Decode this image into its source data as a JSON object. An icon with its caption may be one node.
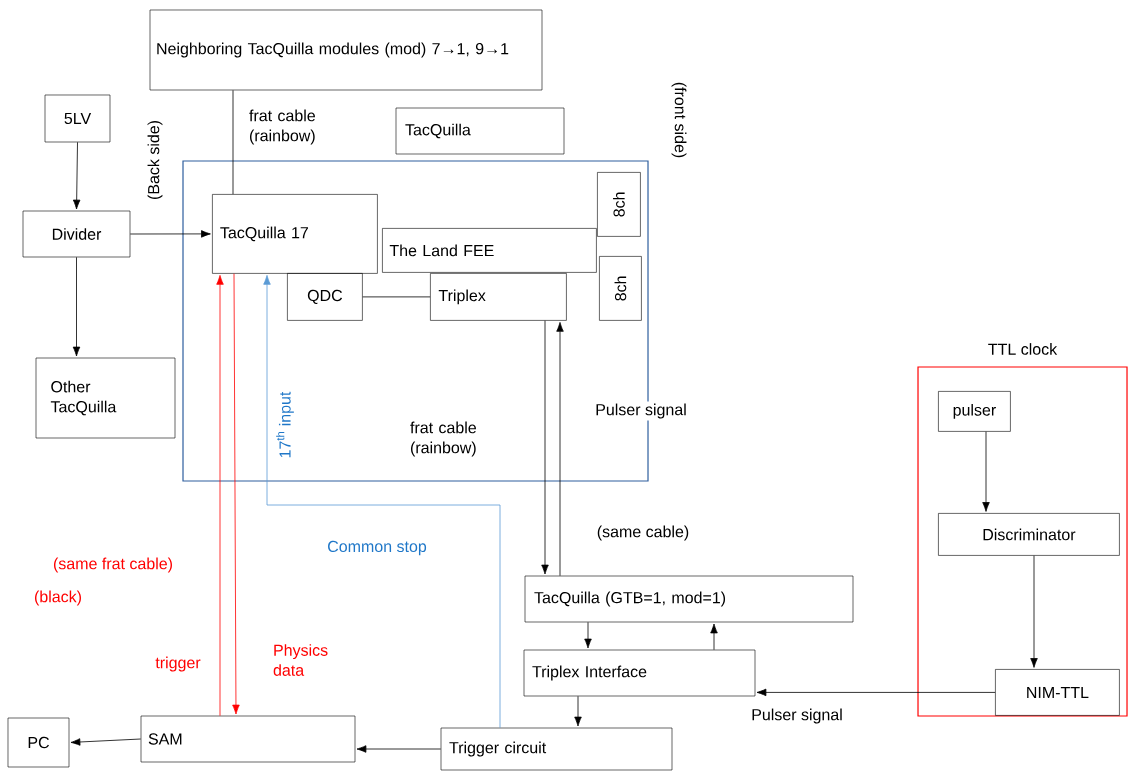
{
  "diagram": {
    "nodes": [
      {
        "text": [
          "Neighboring TacQuilla modules (mod) 7→1, 9→1"
        ]
      },
      {
        "text": [
          "5LV"
        ]
      },
      {
        "text": [
          "Divider"
        ]
      },
      {
        "text": [
          "TacQuilla"
        ]
      },
      {
        "text": [],
        "shape": "box"
      },
      {
        "text": [
          "TacQuilla 17"
        ],
        "in": 4
      },
      {
        "text": [
          "8ch"
        ],
        "in": 4
      },
      {
        "text": [
          "The Land FEE"
        ],
        "in": 4
      },
      {
        "text": [
          "8ch"
        ],
        "in": 4
      },
      {
        "text": [
          "QDC"
        ],
        "in": 4
      },
      {
        "text": [
          "Triplex"
        ],
        "in": 4
      },
      {
        "text": [
          "Other TacQuilla"
        ]
      },
      {
        "text": [
          "TTL clock"
        ]
      },
      {
        "text": [
          "pulser"
        ],
        "in": 12
      },
      {
        "text": [
          "Discriminator"
        ],
        "in": 12
      },
      {
        "text": [
          "NIM-TTL"
        ],
        "in": 12
      },
      {
        "text": [
          "TacQuilla (GTB=1, mod=1)"
        ]
      },
      {
        "text": [
          "Triplex Interface"
        ]
      },
      {
        "text": [
          "PC"
        ]
      },
      {
        "text": [
          "SAM"
        ]
      },
      {
        "text": [
          "Trigger circuit"
        ]
      }
    ],
    "edges": [
      {
        "from": 1,
        "to": 2,
        "arrow": "to"
      },
      {
        "from": 2,
        "to": 5,
        "arrow": "to"
      },
      {
        "from": 2,
        "to": 11,
        "arrow": "to"
      },
      {
        "from": 0,
        "to": 5,
        "arrow": "none"
      },
      {
        "from": 9,
        "to": 10,
        "arrow": "none"
      },
      {
        "from": 10,
        "to": 16,
        "arrow": "to"
      },
      {
        "from": 16,
        "to": 10,
        "arrow": "to"
      },
      {
        "from": 5,
        "to": 19,
        "arrow": "to",
        "color": "#ff0000"
      },
      {
        "from": 19,
        "to": 5,
        "arrow": "to",
        "color": "#ff0000"
      },
      {
        "from": 20,
        "to": 5,
        "arrow": "to",
        "color": "#5b9bd5"
      },
      {
        "from": 16,
        "to": 17,
        "arrow": "to"
      },
      {
        "from": 17,
        "to": 16,
        "arrow": "to"
      },
      {
        "from": 17,
        "to": 20,
        "arrow": "to"
      },
      {
        "from": 15,
        "to": 17,
        "arrow": "to"
      },
      {
        "from": 13,
        "to": 14,
        "arrow": "to"
      },
      {
        "from": 14,
        "to": 15,
        "arrow": "to"
      },
      {
        "from": 20,
        "to": 19,
        "arrow": "to"
      },
      {
        "from": 19,
        "to": 18,
        "arrow": "to"
      }
    ],
    "labels": [
      "(Back side)",
      "frat cable (rainbow)",
      "(front side)",
      "frat cable (rainbow)",
      "Pulser signal",
      "17$^{th}$ input",
      "Common stop",
      "(same cable)",
      "(same frat cable)",
      "(black)",
      "trigger",
      "Physics data",
      "Pulser signal"
    ]
  }
}
